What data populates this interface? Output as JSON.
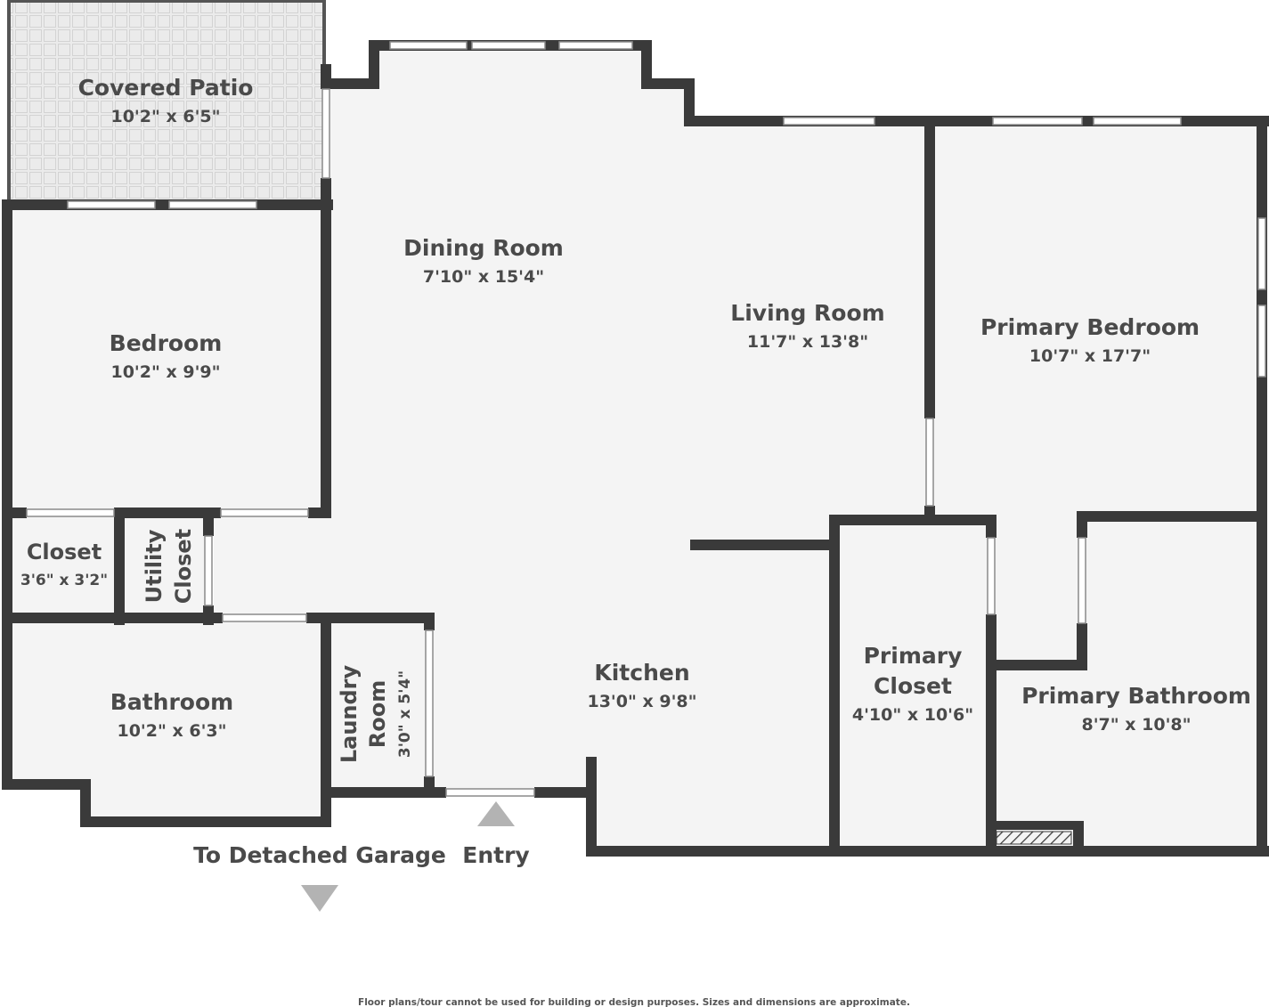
{
  "rooms": {
    "covered_patio": {
      "name": "Covered Patio",
      "dims": "10'2\" x 6'5\""
    },
    "dining_room": {
      "name": "Dining Room",
      "dims": "7'10\" x 15'4\""
    },
    "living_room": {
      "name": "Living Room",
      "dims": "11'7\" x 13'8\""
    },
    "primary_bedroom": {
      "name": "Primary Bedroom",
      "dims": "10'7\" x 17'7\""
    },
    "bedroom": {
      "name": "Bedroom",
      "dims": "10'2\" x 9'9\""
    },
    "closet": {
      "name": "Closet",
      "dims": "3'6\" x 3'2\""
    },
    "utility_closet": {
      "name_line1": "Utility",
      "name_line2": "Closet"
    },
    "bathroom": {
      "name": "Bathroom",
      "dims": "10'2\" x 6'3\""
    },
    "laundry_room": {
      "name_line1": "Laundry",
      "name_line2": "Room",
      "dims": "3'0\" x 5'4\""
    },
    "kitchen": {
      "name": "Kitchen",
      "dims": "13'0\" x 9'8\""
    },
    "primary_closet": {
      "name_line1": "Primary",
      "name_line2": "Closet",
      "dims": "4'10\" x 10'6\""
    },
    "primary_bathroom": {
      "name": "Primary Bathroom",
      "dims": "8'7\" x 10'8\""
    }
  },
  "labels": {
    "garage": "To Detached Garage",
    "entry": "Entry",
    "disclaimer": "Floor plans/tour cannot be used for building or design purposes. Sizes and dimensions are approximate."
  },
  "colors": {
    "wall": "#3a3a3a",
    "floor": "#f4f4f4",
    "patio": "#e9e9e9",
    "text": "#4a4a4a",
    "marker": "#b3b3b3"
  }
}
